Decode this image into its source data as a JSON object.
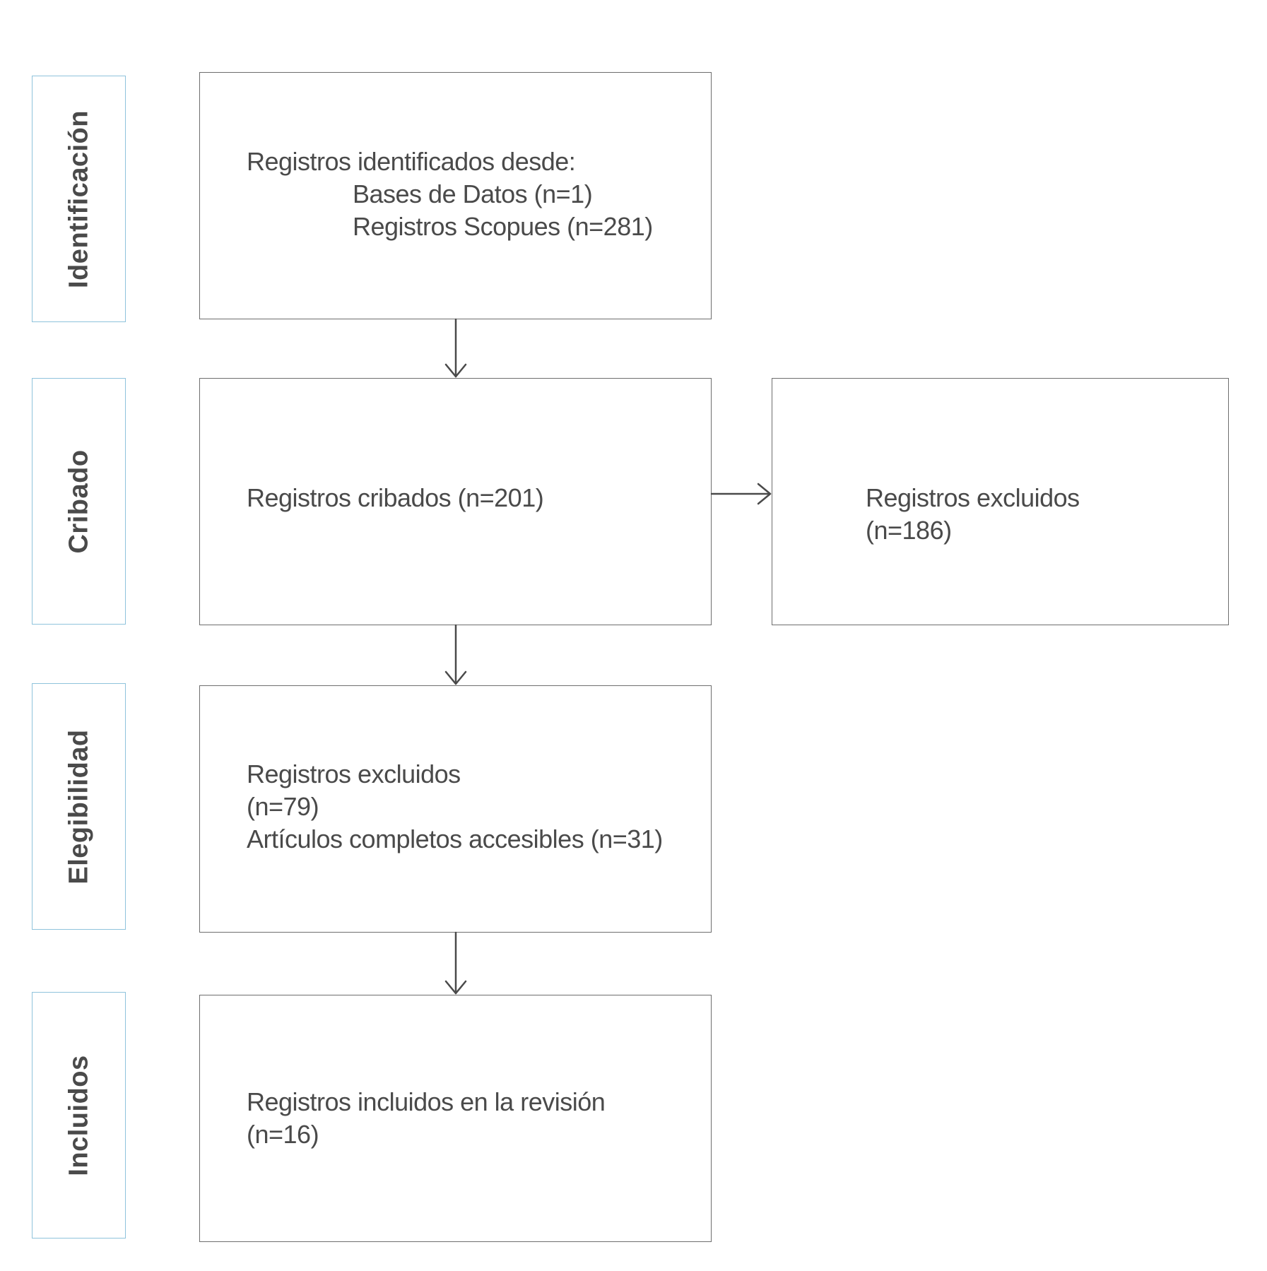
{
  "stages": {
    "identification": "Identificación",
    "screening": "Cribado",
    "eligibility": "Elegibilidad",
    "included": "Incluidos"
  },
  "boxes": {
    "identified": {
      "line1": "Registros identificados desde:",
      "line2": "Bases de Datos (n=1)",
      "line3": "Registros Scopues (n=281)"
    },
    "screened": {
      "line1": "Registros cribados (n=201)"
    },
    "excluded_screening": {
      "line1": "Registros excluidos",
      "line2": "(n=186)"
    },
    "eligibility": {
      "line1": "Registros excluidos",
      "line2": "(n=79)",
      "line3": "Artículos completos accesibles (n=31)"
    },
    "included": {
      "line1": "Registros incluidos en la revisión",
      "line2": "(n=16)"
    }
  },
  "colors": {
    "stage_border": "#8fc3dc",
    "box_border": "#6e6e6e",
    "text": "#4a4a4a",
    "arrow": "#4a4a4a"
  }
}
